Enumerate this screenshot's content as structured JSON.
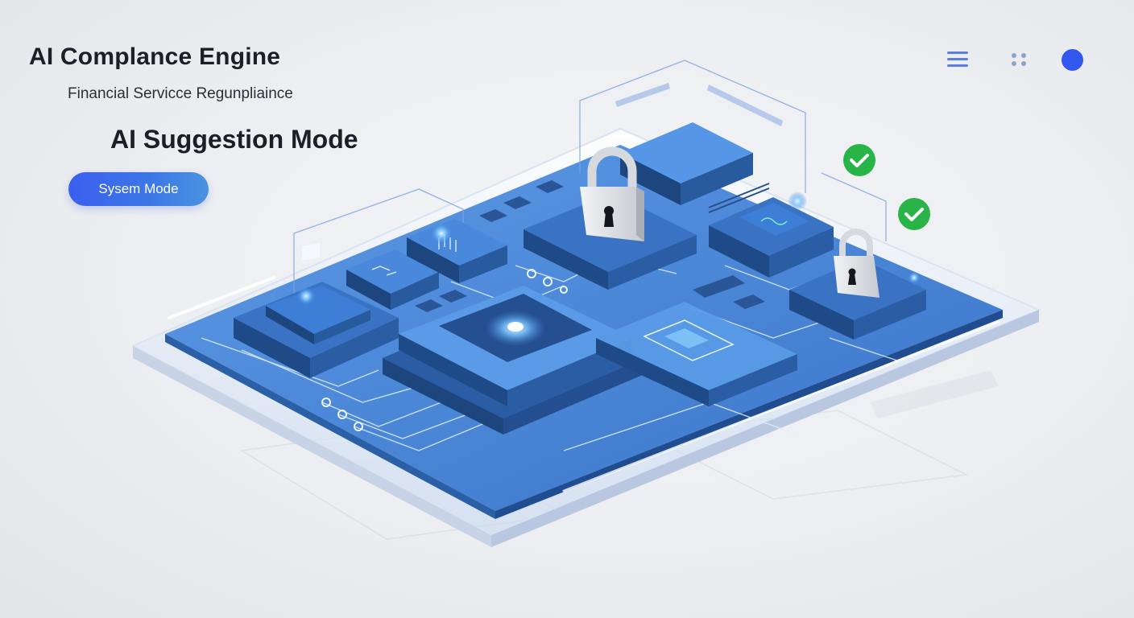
{
  "header": {
    "title": "AI Complance Engine",
    "subtitle": "Financial Servicce Regunpliaince",
    "heading": "AI Suggestion Mode",
    "mode_button_label": "Sysem Mode"
  },
  "toolbar": {
    "icons": [
      "menu-icon",
      "grid-dots-icon",
      "avatar-dot"
    ]
  },
  "illustration": {
    "description": "Isometric circuit board with chips, padlocks and check badges",
    "elements": [
      "chip",
      "padlock",
      "padlock",
      "check-badge",
      "check-badge",
      "central-ai-processor"
    ],
    "colors": {
      "board": "#3f7fd6",
      "board_dark": "#1f4d8f",
      "chip_top": "#4a8ee0",
      "chip_side": "#244f8c",
      "trace": "#d8ecff",
      "check": "#28b446",
      "accent": "#3358f0"
    }
  }
}
